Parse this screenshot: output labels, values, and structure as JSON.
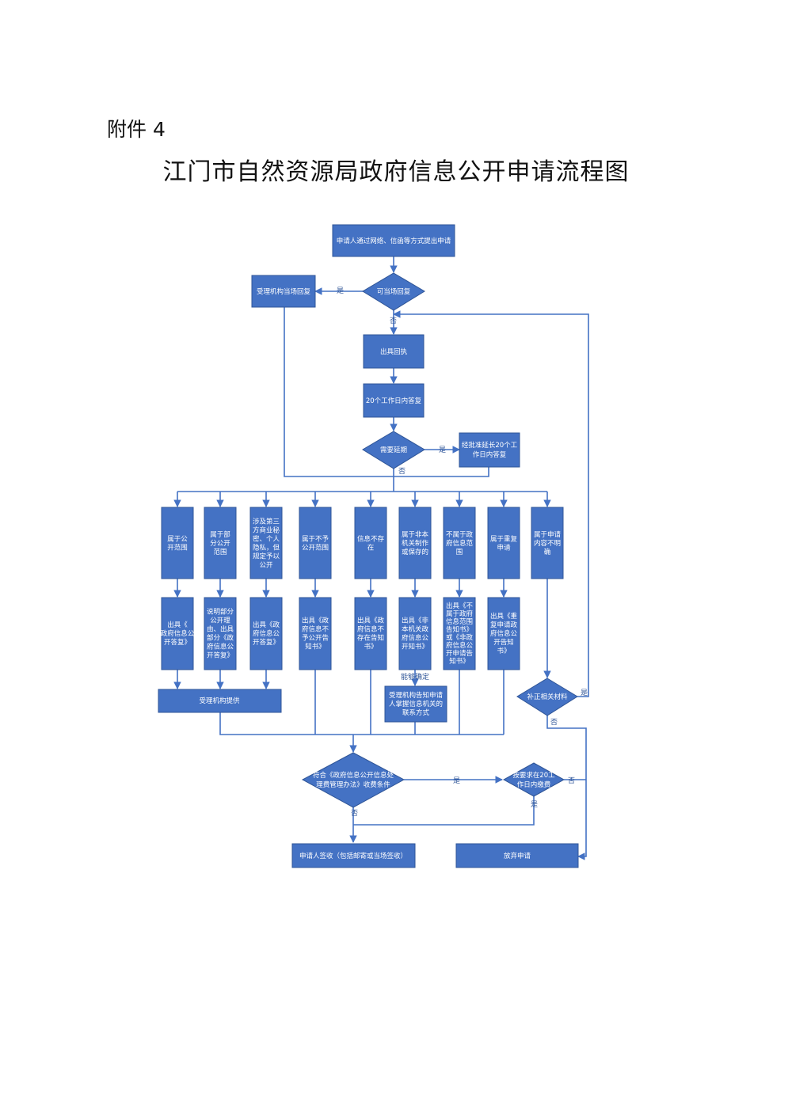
{
  "header": {
    "attachment": "附件 4",
    "title": "江门市自然资源局政府信息公开申请流程图"
  },
  "flow": {
    "start": "申请人通过网络、信函等方式提出申请",
    "decision_onsite": "可当场回复",
    "onsite_reply": "受理机构当场回复",
    "receipt": "出具回执",
    "reply20": "20个工作日内答复",
    "decision_extend": "需要延期",
    "extend_box": [
      "经批准延长20个工",
      "作日内答复"
    ],
    "categories": [
      [
        "属于公",
        "开范围"
      ],
      [
        "属于部",
        "分公开",
        "范围"
      ],
      [
        "涉及第三",
        "方商业秘",
        "密、个人",
        "隐私，但",
        "规定予以",
        "公开"
      ],
      [
        "属于不予",
        "公开范围"
      ],
      [
        "信息不存",
        "在"
      ],
      [
        "属于非本",
        "机关制作",
        "或保存的"
      ],
      [
        "不属于政",
        "府信息范",
        "围"
      ],
      [
        "属于重复",
        "申请"
      ],
      [
        "属于申请",
        "内容不明",
        "确"
      ]
    ],
    "outputs": [
      [
        "出具《",
        "政府信息公",
        "开答复》"
      ],
      [
        "说明部分",
        "公开理",
        "由、出具",
        "部分《政",
        "府信息公",
        "开答复》"
      ],
      [
        "出具《政",
        "府信息公",
        "开答复》"
      ],
      [
        "出具《政",
        "府信息不",
        "予公开告",
        "知书》"
      ],
      [
        "出具《政",
        "府信息不",
        "存在告知",
        "书》"
      ],
      [
        "出具《非",
        "本机关政",
        "府信息公",
        "开知书》"
      ],
      [
        "出具《不",
        "属于政府",
        "信息范围",
        "告知书》",
        "或《非政",
        "府信息公",
        "开申请告",
        "知书》"
      ],
      [
        "出具《重",
        "复申请政",
        "府信息公",
        "开告知",
        "书》"
      ]
    ],
    "provide": "受理机构提供",
    "can_determine": "能够确定",
    "inform_contact": [
      "受理机构告知申请",
      "人掌握信息机关的",
      "联系方式"
    ],
    "supplement": "补正相关材料",
    "decision_fee": [
      "符合《政府信息公开信息处",
      "理费管理办法》收费条件"
    ],
    "decision_pay": [
      "按要求在20工",
      "作日内缴费"
    ],
    "sign": "申请人签收（包括邮寄或当场签收）",
    "abandon": "放弃申请",
    "labels": {
      "yes": "是",
      "no": "否"
    }
  }
}
